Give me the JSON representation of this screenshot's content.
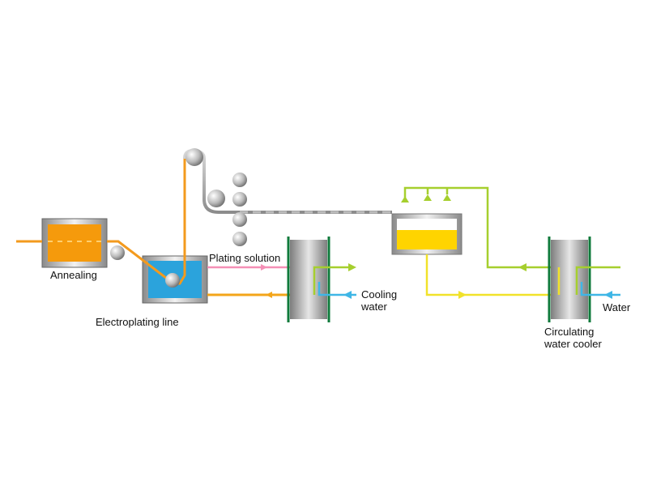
{
  "labels": {
    "annealing": "Annealing",
    "electroplating_line": "Electroplating line",
    "plating_solution": "Plating solution",
    "cooling_water_1": "Cooling",
    "cooling_water_2": "water",
    "water": "Water",
    "circulating_1": "Circulating",
    "circulating_2": "water cooler"
  },
  "colors": {
    "strip": "#f39a1d",
    "annealing_box": "#f59a0c",
    "plating_tank": "#2ba3dc",
    "plating_solution_line": "#f58fb6",
    "return_line": "#f3a51a",
    "cooling_in": "#3fb6e6",
    "cooling_out": "#9ccc2a",
    "cooler_body": "#9a9a9a",
    "cooler_plate": "#0f7a3b",
    "reservoir_liquid": "#ffd400",
    "yellow_line": "#f1e22a",
    "green_line": "#a6cf2e",
    "roller": "#b5b5b5",
    "wire_gray": "#a9a9a9"
  },
  "icons": [
    "roller-icon",
    "spray-nozzle-icon",
    "arrow-icon"
  ]
}
